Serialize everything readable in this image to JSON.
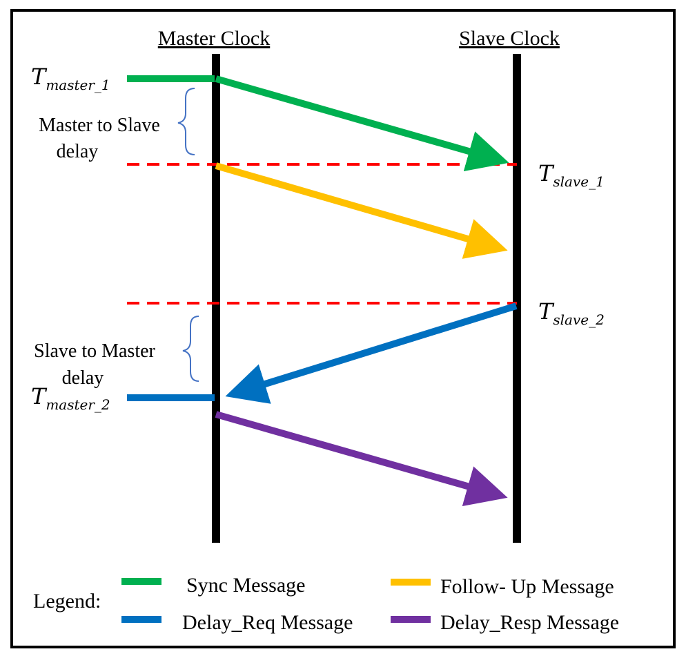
{
  "headings": {
    "master": "Master Clock",
    "slave": "Slave Clock"
  },
  "timestamps": {
    "t_master_1": {
      "base": "T",
      "sub": "master_1"
    },
    "t_slave_1": {
      "base": "T",
      "sub": "slave_1"
    },
    "t_slave_2": {
      "base": "T",
      "sub": "slave_2"
    },
    "t_master_2": {
      "base": "T",
      "sub": "master_2"
    }
  },
  "annotations": {
    "m2s_line1": "Master to Slave",
    "m2s_line2": "delay",
    "s2m_line1": "Slave to Master",
    "s2m_line2": "delay"
  },
  "legend": {
    "title": "Legend:",
    "items": [
      {
        "label": "Sync Message",
        "color": "#00b050"
      },
      {
        "label": "Follow- Up Message",
        "color": "#ffc000"
      },
      {
        "label": "Delay_Req Message",
        "color": "#0070c0"
      },
      {
        "label": "Delay_Resp Message",
        "color": "#7030a0"
      }
    ]
  },
  "colors": {
    "sync": "#00b050",
    "follow_up": "#ffc000",
    "delay_req": "#0070c0",
    "delay_resp": "#7030a0",
    "reference_line": "#ff0000",
    "timeline": "#000000",
    "brace": "#4472c4"
  }
}
